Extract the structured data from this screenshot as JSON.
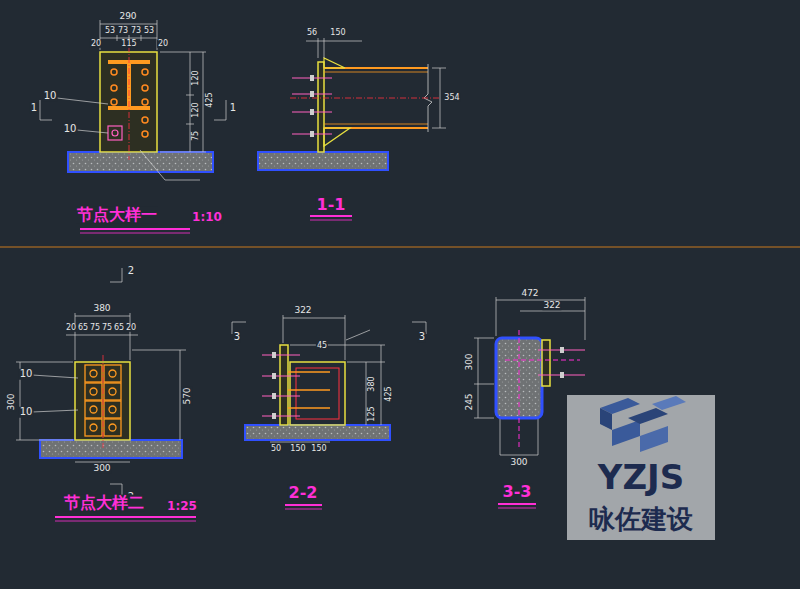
{
  "diagram": {
    "labels": [
      "290",
      "53",
      "73",
      "73",
      "53",
      "20",
      "115",
      "20",
      "120",
      "120",
      "425",
      "75",
      "10",
      "10",
      "1",
      "1",
      "56",
      "150",
      "354",
      "节点大样一",
      "1:10",
      "1-1",
      "2",
      "380",
      "20",
      "65",
      "75",
      "75",
      "65",
      "20",
      "300",
      "570",
      "10",
      "10",
      "300",
      "2",
      "节点大样二",
      "1:25",
      "3",
      "3",
      "322",
      "45",
      "380",
      "425",
      "125",
      "50",
      "150",
      "150",
      "2-2",
      "472",
      "322",
      "300",
      "245",
      "300",
      "3-3",
      "YZJS",
      "咏佐建设"
    ]
  }
}
